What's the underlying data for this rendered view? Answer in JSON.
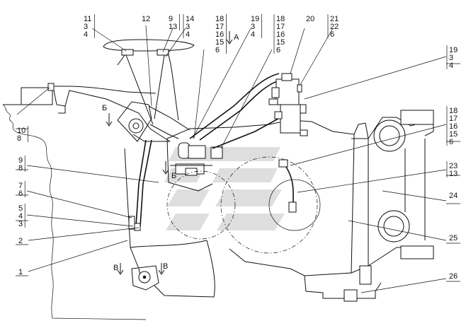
{
  "callouts_top": [
    {
      "id": "t1",
      "lines": [
        "11",
        "3",
        "4"
      ]
    },
    {
      "id": "t2",
      "lines": [
        "12"
      ]
    },
    {
      "id": "t3",
      "lines": [
        "9",
        "13"
      ]
    },
    {
      "id": "t4",
      "lines": [
        "14",
        "3",
        "4"
      ]
    },
    {
      "id": "t5",
      "lines": [
        "18",
        "17",
        "16",
        "15",
        "6"
      ]
    },
    {
      "id": "t6",
      "lines": [
        "19",
        "3",
        "4"
      ]
    },
    {
      "id": "t7",
      "lines": [
        "18",
        "17",
        "16",
        "15",
        "6"
      ]
    },
    {
      "id": "t8",
      "lines": [
        "20"
      ]
    },
    {
      "id": "t9",
      "lines": [
        "21",
        "22",
        "6"
      ]
    }
  ],
  "callouts_right": [
    {
      "id": "r1",
      "lines": [
        "19",
        "3",
        "4"
      ]
    },
    {
      "id": "r2",
      "lines": [
        "18",
        "17",
        "16",
        "15",
        "6"
      ]
    },
    {
      "id": "r3",
      "lines": [
        "23",
        "13"
      ]
    },
    {
      "id": "r4",
      "lines": [
        "24"
      ]
    },
    {
      "id": "r5",
      "lines": [
        "25"
      ]
    },
    {
      "id": "r6",
      "lines": [
        "26"
      ]
    }
  ],
  "callouts_left": [
    {
      "id": "l1",
      "lines": [
        "10",
        "8"
      ]
    },
    {
      "id": "l2",
      "lines": [
        "9",
        "8"
      ]
    },
    {
      "id": "l3",
      "lines": [
        "7",
        "6"
      ]
    },
    {
      "id": "l4",
      "lines": [
        "5",
        "4",
        "3"
      ]
    },
    {
      "id": "l5",
      "lines": [
        "2"
      ]
    },
    {
      "id": "l6",
      "lines": [
        "1"
      ]
    }
  ],
  "view_marks": {
    "a": "А",
    "b_upper": "Б",
    "b_lower": "Б",
    "v_left": "В",
    "v_right": "В"
  }
}
